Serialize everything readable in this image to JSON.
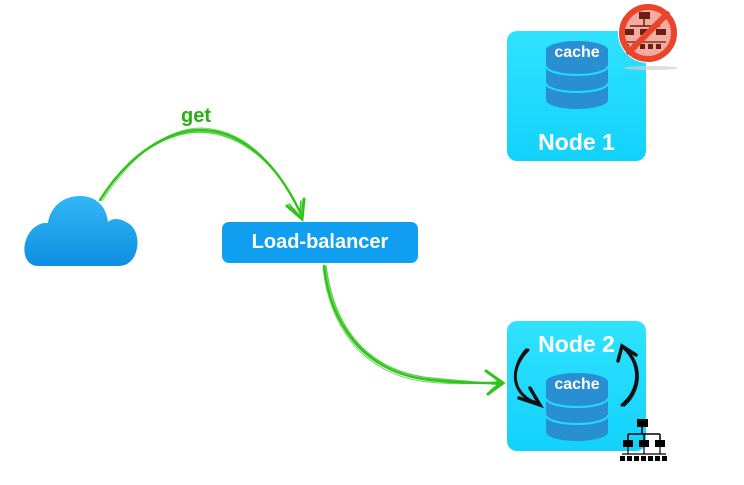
{
  "labels": {
    "get": "get",
    "load_balancer": "Load-balancer",
    "node1": "Node 1",
    "node2": "Node 2",
    "cache1": "cache",
    "cache2": "cache"
  },
  "icons": {
    "client": "cloud-icon",
    "cache": "database-icon",
    "network": "network-tree-icon",
    "disabled": "no-symbol-icon"
  },
  "colors": {
    "node_fill": "#20dcff",
    "load_balancer_fill": "#109ff0",
    "cloud_fill": "#16a4ef",
    "database_fill": "#2a8fd2",
    "request_arrow": "#2fc41a",
    "cache_cycle_arrow": "#111111",
    "no_symbol": "#e8452a",
    "get_label": "#22b30f"
  }
}
